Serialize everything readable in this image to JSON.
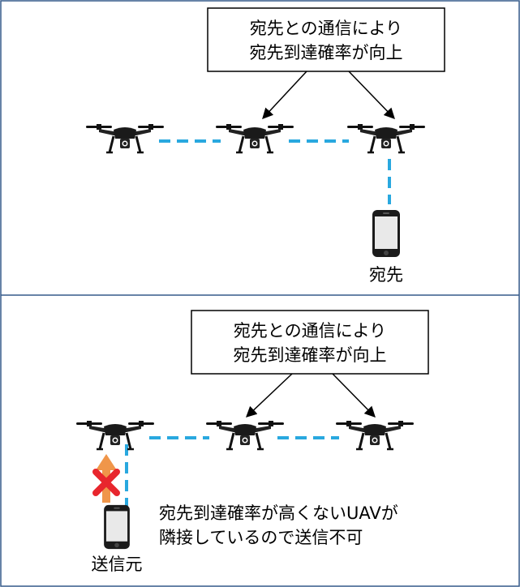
{
  "top_panel": {
    "callout_line1": "宛先との通信により",
    "callout_line2": "宛先到達確率が向上",
    "destination_label": "宛先"
  },
  "bottom_panel": {
    "callout_line1": "宛先との通信により",
    "callout_line2": "宛先到達確率が向上",
    "note_line1": "宛先到達確率が高くないUAVが",
    "note_line2": "隣接しているので送信不可",
    "source_label": "送信元"
  },
  "colors": {
    "link": "#29a8df",
    "blocked_arrow": "#f0964a",
    "cross": "#e8262d",
    "border": "#355a8a",
    "device": "#1b1b1b"
  },
  "icons": [
    "drone-icon",
    "smartphone-icon",
    "x-mark-icon",
    "up-arrow-icon"
  ]
}
